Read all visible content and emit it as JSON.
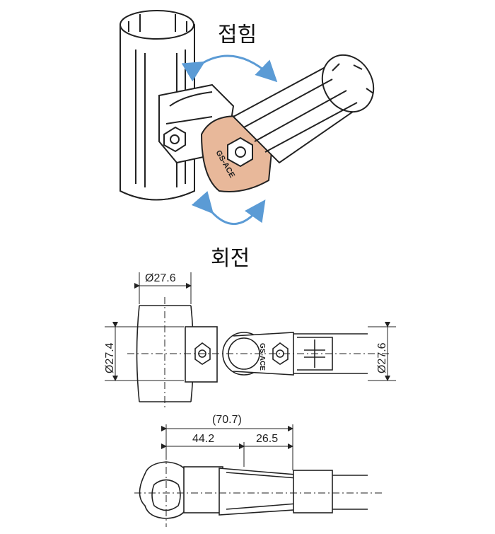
{
  "labels": {
    "fold": "접힘",
    "rotate": "회전"
  },
  "brand_mark": "GS-ACE",
  "dimensions": {
    "pipe_diameter_top": "Ø27.6",
    "pipe_diameter_left": "Ø27.4",
    "pipe_diameter_right": "Ø27.6",
    "overall_length": "(70.7)",
    "segment_a": "44.2",
    "segment_b": "26.5"
  },
  "colors": {
    "arrow": "#5b9bd5",
    "joint_accent": "#e8b89a",
    "line": "#222222"
  }
}
